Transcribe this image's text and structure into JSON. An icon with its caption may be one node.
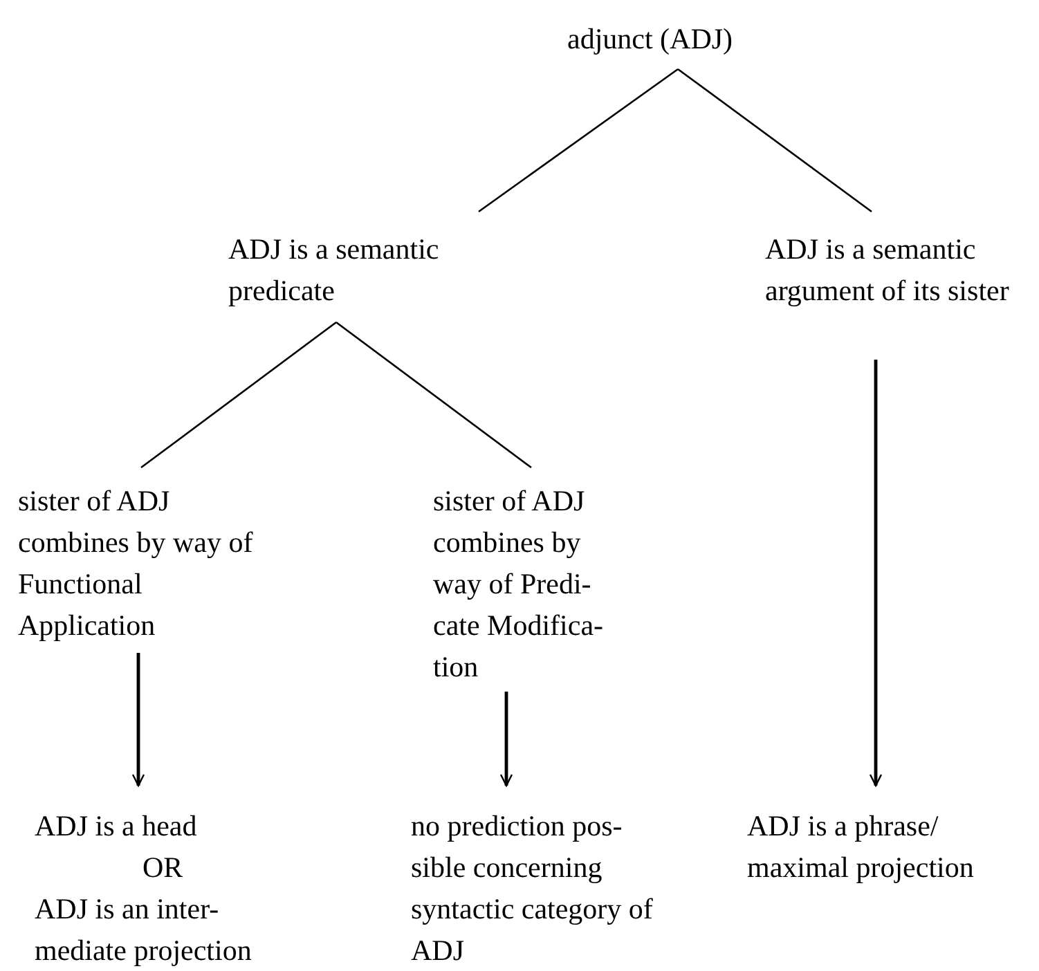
{
  "diagram": {
    "nodes": [
      {
        "text": [
          "adjunct (ADJ)"
        ]
      },
      {
        "text": [
          "ADJ is a semantic predicate"
        ]
      },
      {
        "text": [
          "ADJ is a semantic argument of its sister"
        ]
      },
      {
        "text": [
          "sister of ADJ combines by way of Functional Application"
        ]
      },
      {
        "text": [
          "sister of ADJ combines by way of Predi- cate Modifica- tion"
        ]
      },
      {
        "text": [
          "ADJ is a head",
          "OR",
          "ADJ is an inter- mediate projection"
        ]
      },
      {
        "text": [
          "no prediction pos- sible concerning syntactic category of ADJ"
        ]
      },
      {
        "text": [
          "ADJ is a phrase/ maximal projection"
        ]
      }
    ],
    "edges": [
      {
        "from": 0,
        "to": 1,
        "arrow": "none"
      },
      {
        "from": 0,
        "to": 2,
        "arrow": "none"
      },
      {
        "from": 1,
        "to": 3,
        "arrow": "none"
      },
      {
        "from": 1,
        "to": 4,
        "arrow": "none"
      },
      {
        "from": 3,
        "to": 5,
        "arrow": "to"
      },
      {
        "from": 4,
        "to": 6,
        "arrow": "to"
      },
      {
        "from": 2,
        "to": 7,
        "arrow": "to"
      }
    ]
  }
}
